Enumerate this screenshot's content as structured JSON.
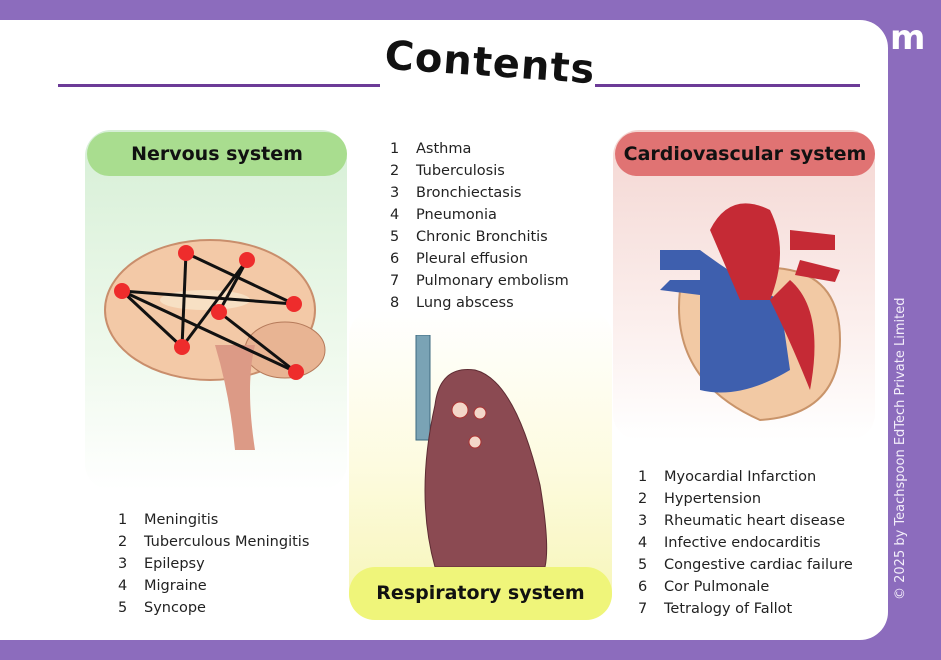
{
  "title": "Contents",
  "copyright": "2025 by Teachspoon EdTech Private Limited",
  "logo": "m",
  "nervous": {
    "heading": "Nervous system",
    "items": [
      {
        "n": "1",
        "t": "Meningitis"
      },
      {
        "n": "2",
        "t": "Tuberculous Meningitis"
      },
      {
        "n": "3",
        "t": "Epilepsy"
      },
      {
        "n": "4",
        "t": "Migraine"
      },
      {
        "n": "5",
        "t": "Syncope"
      }
    ]
  },
  "respiratory": {
    "heading": "Respiratory system",
    "items": [
      {
        "n": "1",
        "t": "Asthma"
      },
      {
        "n": "2",
        "t": "Tuberculosis"
      },
      {
        "n": "3",
        "t": "Bronchiectasis"
      },
      {
        "n": "4",
        "t": "Pneumonia"
      },
      {
        "n": "5",
        "t": "Chronic Bronchitis"
      },
      {
        "n": "6",
        "t": "Pleural effusion"
      },
      {
        "n": "7",
        "t": "Pulmonary embolism"
      },
      {
        "n": "8",
        "t": "Lung abscess"
      }
    ]
  },
  "cardio": {
    "heading": "Cardiovascular system",
    "items": [
      {
        "n": "1",
        "t": "Myocardial Infarction"
      },
      {
        "n": "2",
        "t": "Hypertension"
      },
      {
        "n": "3",
        "t": "Rheumatic heart disease"
      },
      {
        "n": "4",
        "t": "Infective endocarditis"
      },
      {
        "n": "5",
        "t": "Congestive cardiac failure"
      },
      {
        "n": "6",
        "t": "Cor Pulmonale"
      },
      {
        "n": "7",
        "t": "Tetralogy of Fallot"
      }
    ]
  }
}
